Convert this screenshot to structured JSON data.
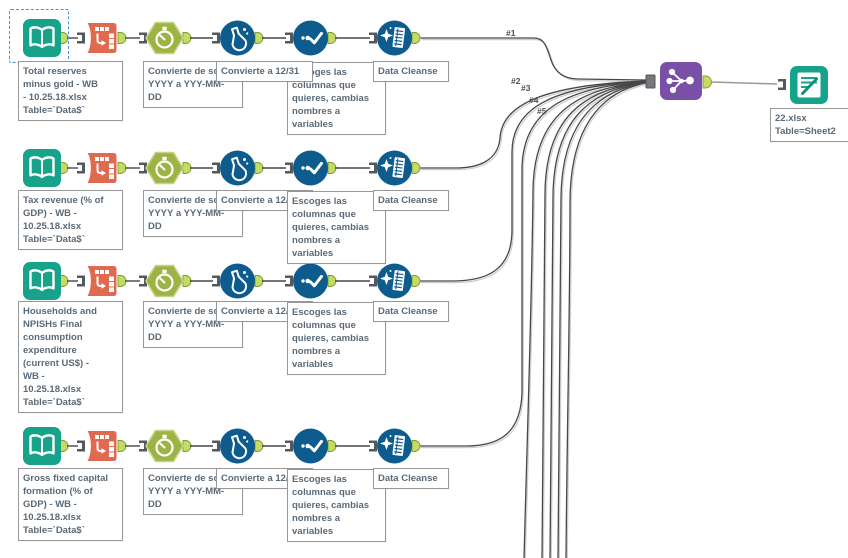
{
  "workflow": {
    "rows": [
      {
        "input_label": "Total reserves\nminus gold - WB\n- 10.25.18.xlsx\nTable=`Data$`",
        "datetime_label": "Convierte de so\nYYYY a YYY-MM-\nDD",
        "formula_label": "Convierte a 12/31",
        "select_label": "Escoges las\ncolumnas que\nquieres, cambias\nnombres a\nvariables",
        "cleanse_label": "Data Cleanse"
      },
      {
        "input_label": "Tax revenue (% of\nGDP) - WB -\n10.25.18.xlsx\nTable=`Data$`",
        "datetime_label": "Convierte de so\nYYYY a YYY-MM-\nDD",
        "formula_label": "Convierte a 12/31",
        "select_label": "Escoges las\ncolumnas que\nquieres, cambias\nnombres a\nvariables",
        "cleanse_label": "Data Cleanse"
      },
      {
        "input_label": "Households and\nNPISHs Final\nconsumption\nexpenditure\n(current US$) -\nWB -\n10.25.18.xlsx\nTable=`Data$`",
        "datetime_label": "Convierte de so\nYYYY a YYY-MM-\nDD",
        "formula_label": "Convierte a 12/31",
        "select_label": "Escoges las\ncolumnas que\nquieres, cambias\nnombres a\nvariables",
        "cleanse_label": "Data Cleanse"
      },
      {
        "input_label": "Gross fixed capital\nformation (% of\nGDP) - WB -\n10.25.18.xlsx\nTable=`Data$`",
        "datetime_label": "Convierte de so\nYYYY a YYY-MM-\nDD",
        "formula_label": "Convierte a 12/31",
        "select_label": "Escoges las\ncolumnas que\nquieres, cambias\nnombres a\nvariables",
        "cleanse_label": "Data Cleanse"
      }
    ],
    "connection_labels": [
      "#1",
      "#2",
      "#3",
      "#4",
      "#5"
    ],
    "output_label": "22.xlsx\nTable=Sheet2",
    "icons": {
      "input": "input-data-book-icon",
      "transpose": "transpose-icon",
      "datetime": "datetime-clock-icon",
      "formula": "formula-flask-icon",
      "select": "select-check-icon",
      "cleanse": "data-cleanse-sparkle-table-icon",
      "union": "union-merge-icon",
      "output": "output-data-document-pencil-icon"
    },
    "colors": {
      "teal": "#16A38A",
      "orange": "#E06A50",
      "green": "#9DB445",
      "blue": "#0E5C8E",
      "purple": "#7A4FA8",
      "anchor_green": "#C3DC64",
      "wire": "#474747"
    }
  }
}
